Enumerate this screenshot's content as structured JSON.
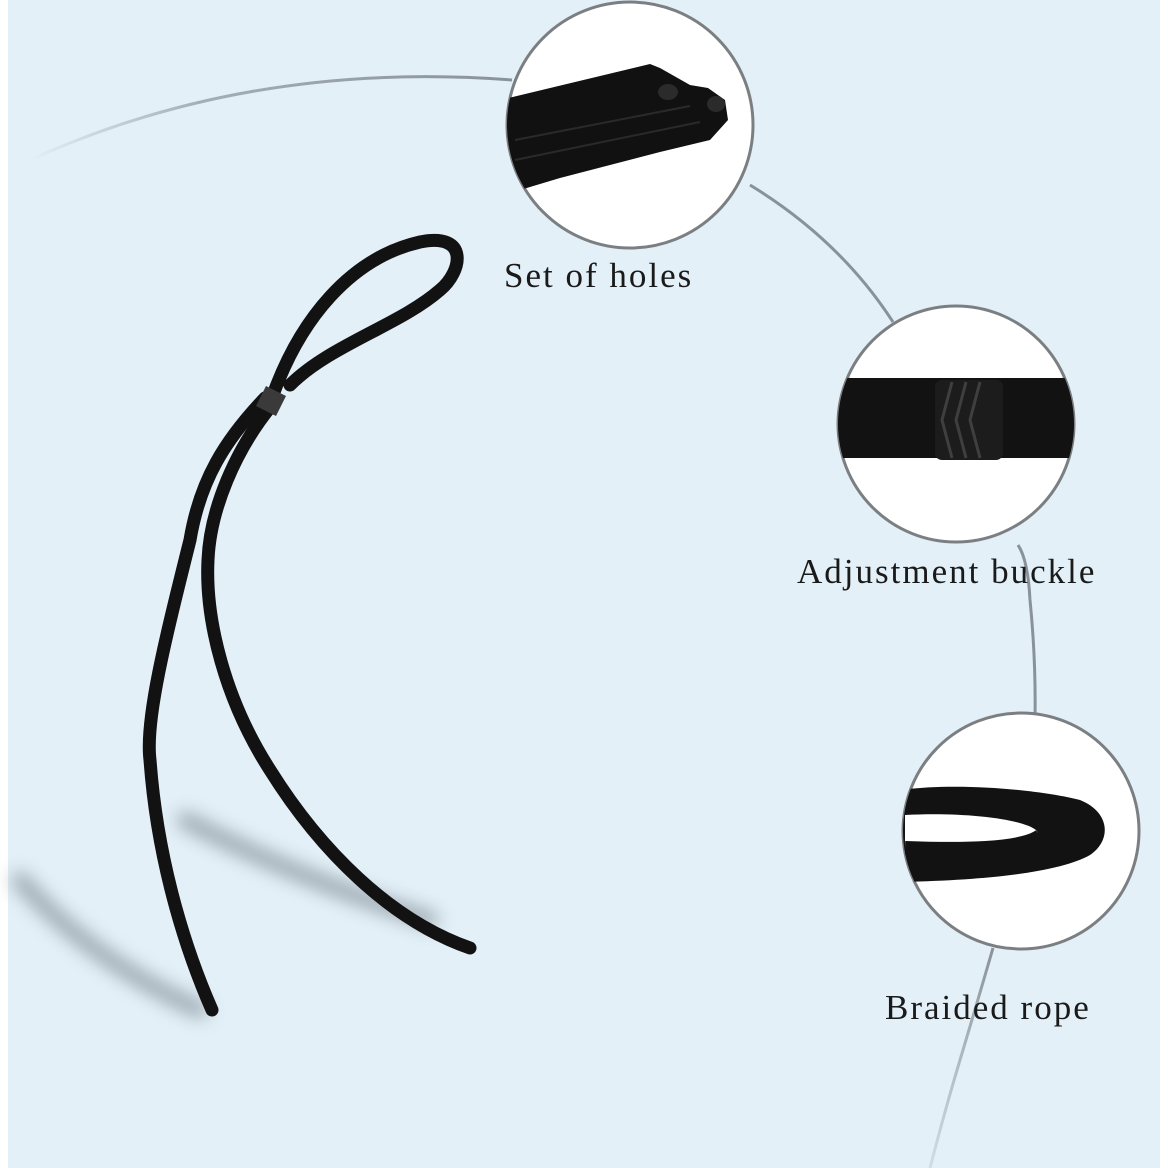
{
  "image": {
    "type": "product feature callout",
    "background_color": "#e3f0f8",
    "product": "black braided cord strap with loop and sliding sleeve"
  },
  "callouts": [
    {
      "id": "holes",
      "label": "Set of holes",
      "detail": "flat braided cord end with two hollow openings"
    },
    {
      "id": "buckle",
      "label": "Adjustment buckle",
      "detail": "black chevron slider on flat braided strap"
    },
    {
      "id": "rope",
      "label": "Braided rope",
      "detail": "folded loop of flat braided rope"
    }
  ],
  "colors": {
    "arc": "#8a9299",
    "circle_border": "#7c7f82",
    "circle_fill": "#ffffff",
    "cord": "#121212",
    "text": "#1a1a1a"
  }
}
